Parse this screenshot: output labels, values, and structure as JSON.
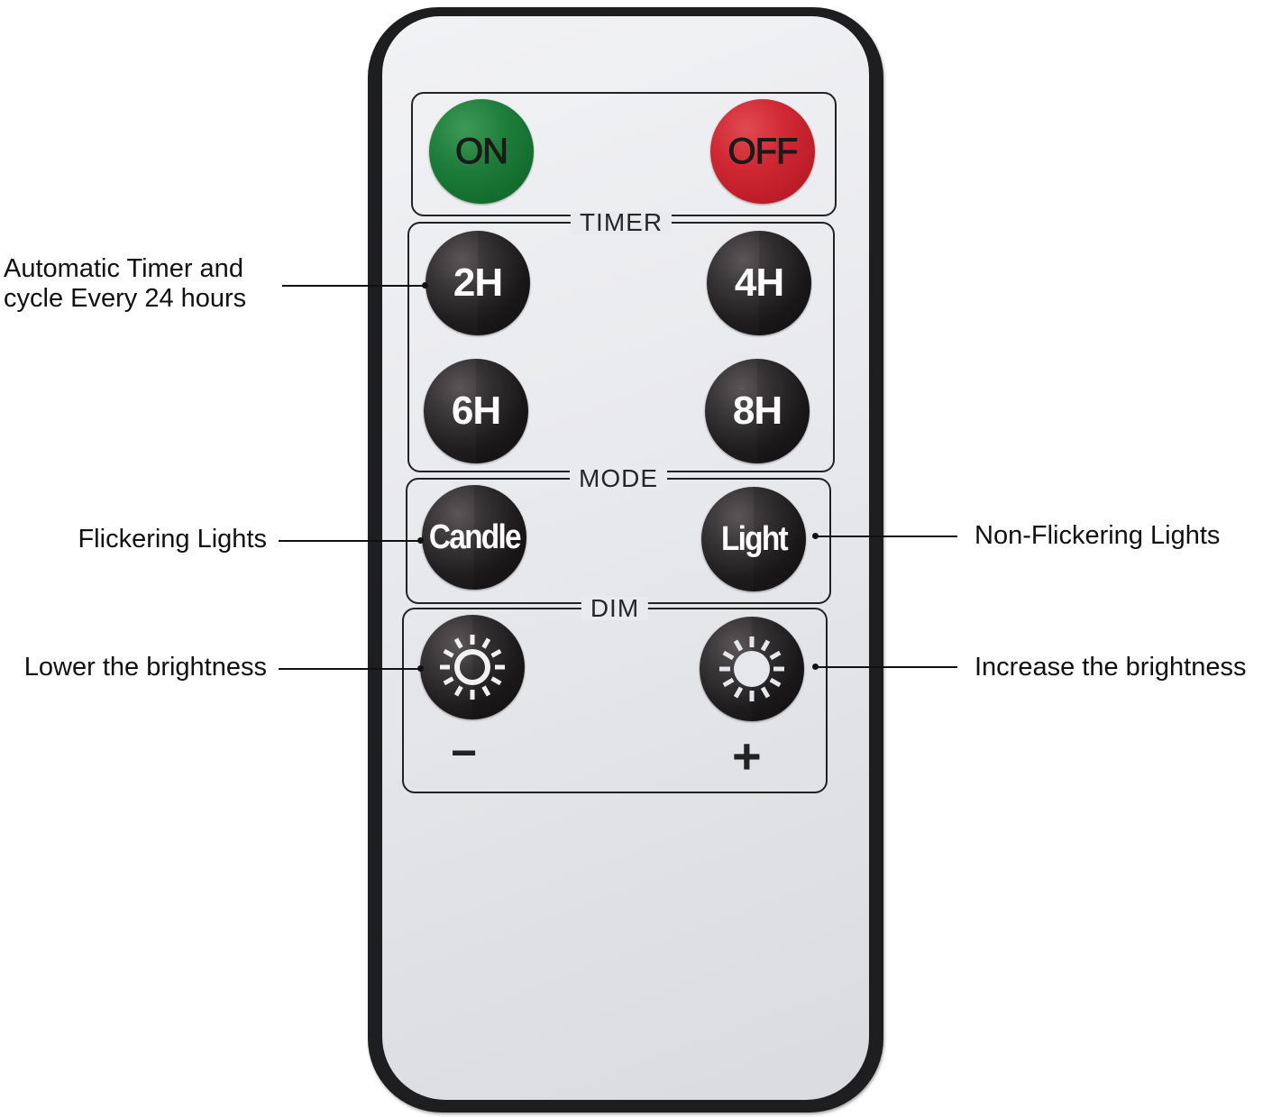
{
  "remote": {
    "power": {
      "on_label": "ON",
      "off_label": "OFF",
      "on_color": "#1e7d3a",
      "off_color": "#cf2733"
    },
    "timer": {
      "title": "TIMER",
      "buttons": [
        {
          "label": "2H"
        },
        {
          "label": "4H"
        },
        {
          "label": "6H"
        },
        {
          "label": "8H"
        }
      ]
    },
    "mode": {
      "title": "MODE",
      "buttons": [
        {
          "label": "Candle"
        },
        {
          "label": "Light"
        }
      ]
    },
    "dim": {
      "title": "DIM",
      "minus_icon": "sun-outline-icon",
      "plus_icon": "sun-filled-icon",
      "minus_sign": "−",
      "plus_sign": "+"
    }
  },
  "callouts": {
    "timer": {
      "line1": "Automatic Timer and",
      "line2": "cycle Every 24 hours"
    },
    "candle": "Flickering Lights",
    "light": "Non-Flickering Lights",
    "dim_down": "Lower the brightness",
    "dim_up": "Increase the brightness"
  }
}
